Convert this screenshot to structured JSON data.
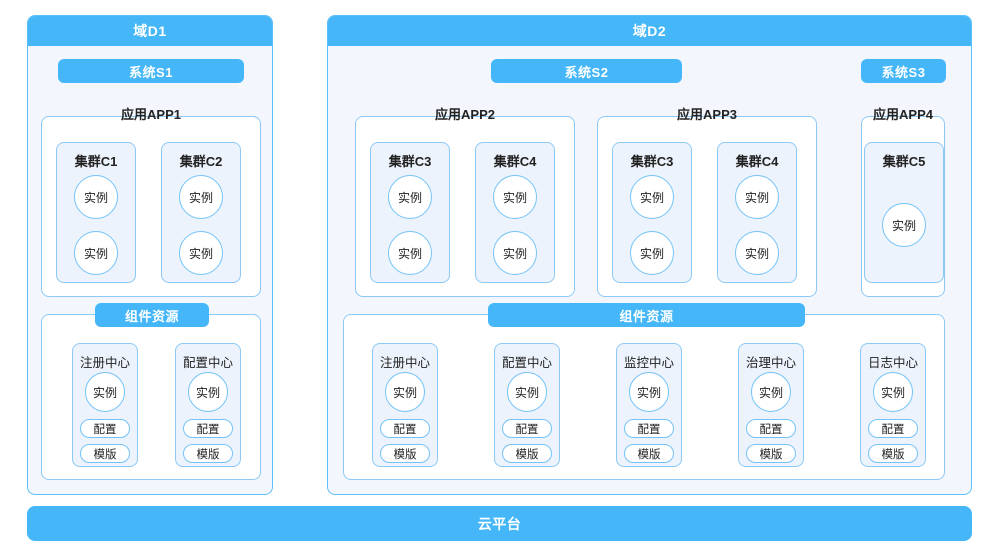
{
  "diagram": {
    "platform": {
      "label": "云平台"
    },
    "domains": [
      {
        "id": "D1",
        "label": "域D1",
        "systems": [
          {
            "label": "系统S1",
            "apps": [
              {
                "label": "应用APP1",
                "clusters": [
                  {
                    "label": "集群C1",
                    "instances": [
                      "实例",
                      "实例"
                    ]
                  },
                  {
                    "label": "集群C2",
                    "instances": [
                      "实例",
                      "实例"
                    ]
                  }
                ]
              }
            ]
          }
        ],
        "component_panel": {
          "label": "组件资源",
          "components": [
            {
              "label": "注册中心",
              "instance": "实例",
              "tags": [
                "配置",
                "模版"
              ]
            },
            {
              "label": "配置中心",
              "instance": "实例",
              "tags": [
                "配置",
                "模版"
              ]
            }
          ]
        }
      },
      {
        "id": "D2",
        "label": "域D2",
        "systems": [
          {
            "label": "系统S2",
            "apps": [
              {
                "label": "应用APP2",
                "clusters": [
                  {
                    "label": "集群C3",
                    "instances": [
                      "实例",
                      "实例"
                    ]
                  },
                  {
                    "label": "集群C4",
                    "instances": [
                      "实例",
                      "实例"
                    ]
                  }
                ]
              },
              {
                "label": "应用APP3",
                "clusters": [
                  {
                    "label": "集群C3",
                    "instances": [
                      "实例",
                      "实例"
                    ]
                  },
                  {
                    "label": "集群C4",
                    "instances": [
                      "实例",
                      "实例"
                    ]
                  }
                ]
              }
            ]
          },
          {
            "label": "系统S3",
            "apps": [
              {
                "label": "应用APP4",
                "clusters": [
                  {
                    "label": "集群C5",
                    "instances": [
                      "实例"
                    ]
                  }
                ]
              }
            ]
          }
        ],
        "component_panel": {
          "label": "组件资源",
          "components": [
            {
              "label": "注册中心",
              "instance": "实例",
              "tags": [
                "配置",
                "模版"
              ]
            },
            {
              "label": "配置中心",
              "instance": "实例",
              "tags": [
                "配置",
                "模版"
              ]
            },
            {
              "label": "监控中心",
              "instance": "实例",
              "tags": [
                "配置",
                "模版"
              ]
            },
            {
              "label": "治理中心",
              "instance": "实例",
              "tags": [
                "配置",
                "模版"
              ]
            },
            {
              "label": "日志中心",
              "instance": "实例",
              "tags": [
                "配置",
                "模版"
              ]
            }
          ]
        }
      }
    ]
  },
  "colors": {
    "accent": "#45b7f8",
    "border": "#8cc9f7",
    "domain_bg": "#f3f7fd",
    "cluster_bg": "#edf3fc",
    "card_bg": "#ffffff"
  }
}
